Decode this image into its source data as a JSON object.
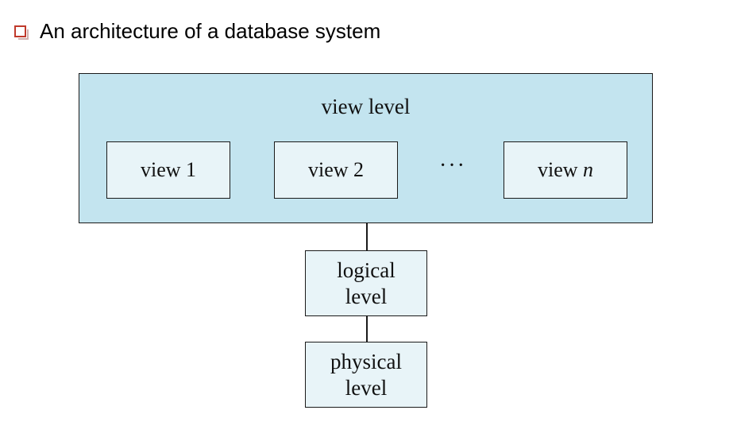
{
  "heading": {
    "bullet_icon": "hollow-square-bullet-icon",
    "bullet_color": "#c0392b",
    "text": "An architecture of a database system"
  },
  "diagram": {
    "view_level": {
      "label": "view level",
      "fill": "#c3e4ef",
      "views": [
        {
          "prefix": "view",
          "suffix": "1"
        },
        {
          "prefix": "view",
          "suffix": "2"
        },
        {
          "prefix": "view",
          "suffix": "n"
        }
      ],
      "ellipsis": "···"
    },
    "logical_level": {
      "line1": "logical",
      "line2": "level"
    },
    "physical_level": {
      "line1": "physical",
      "line2": "level"
    },
    "box_fill": "#e8f4f8"
  }
}
